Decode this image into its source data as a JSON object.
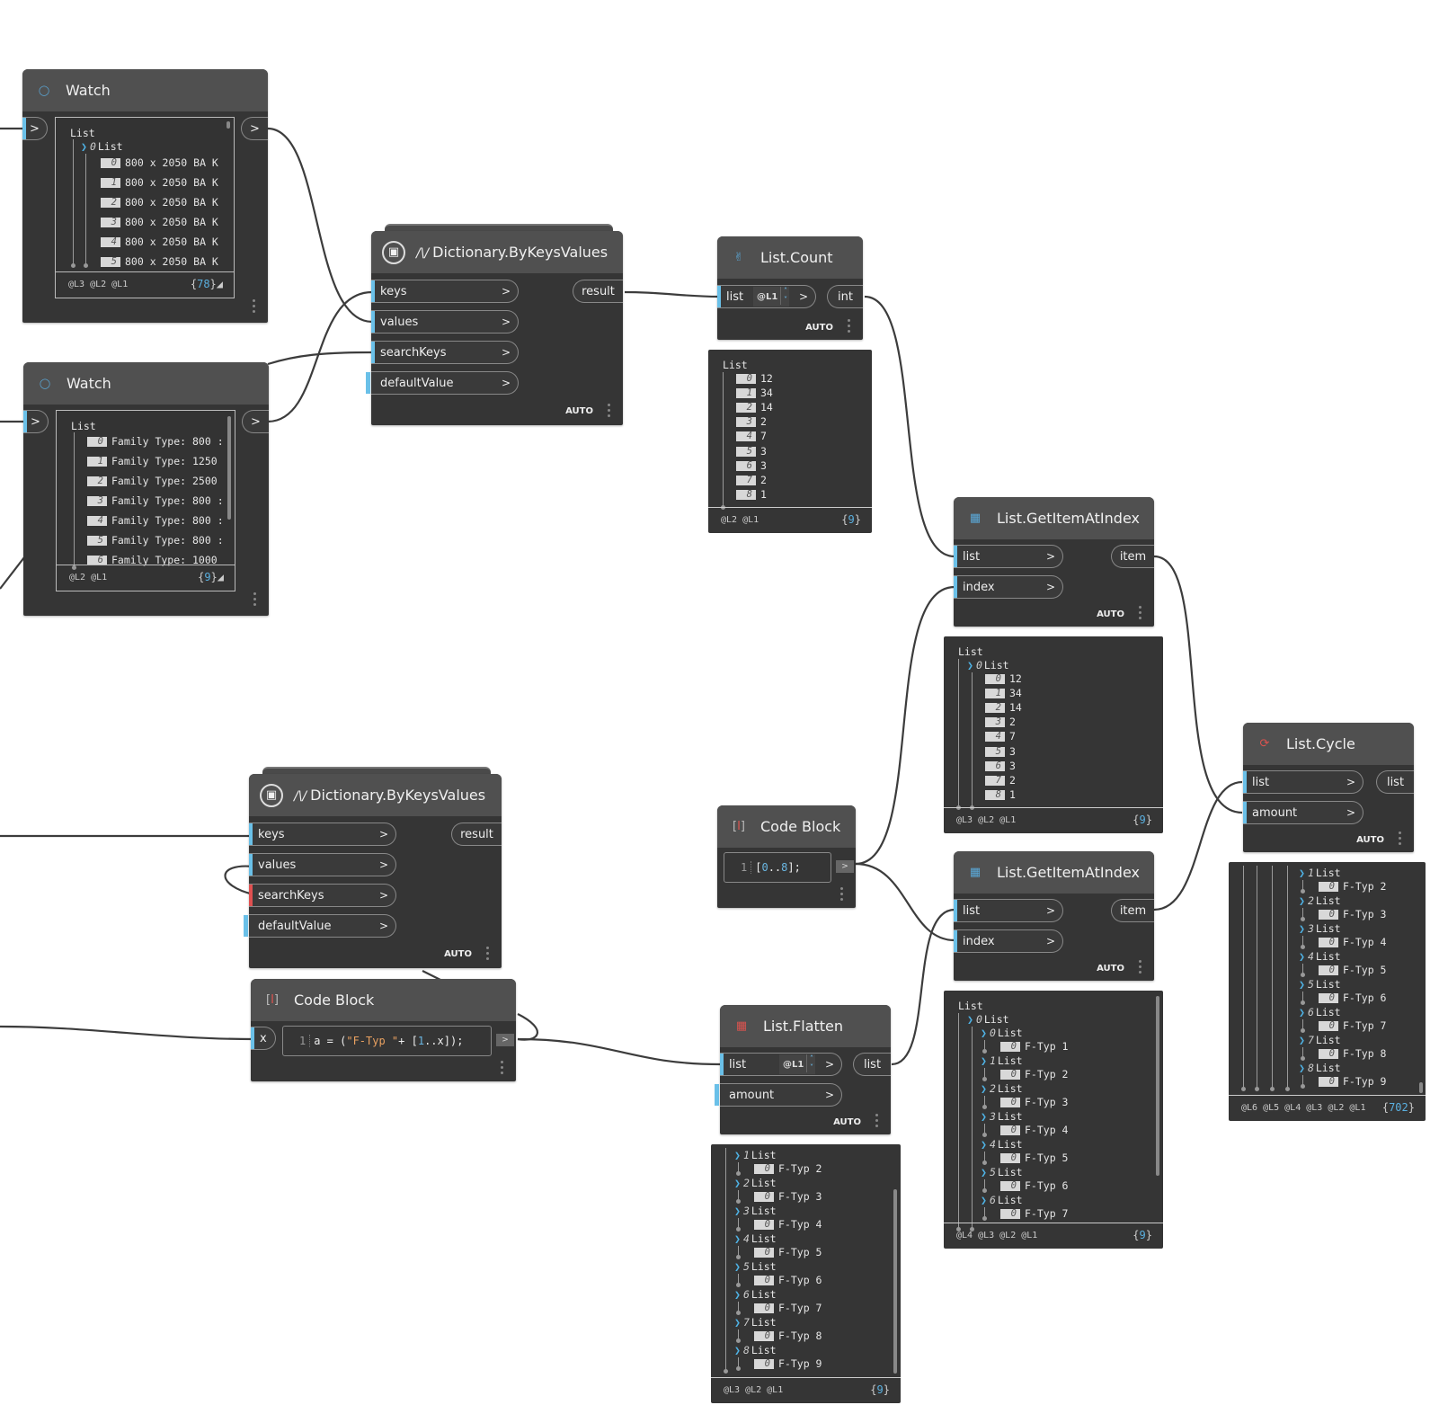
{
  "watch1": {
    "title": "Watch",
    "in_port": ">",
    "out_port": ">",
    "root": "List",
    "sub_index": "0",
    "sub_label": "List",
    "items": [
      {
        "i": "0",
        "v": "800 x 2050 BA K"
      },
      {
        "i": "1",
        "v": "800 x 2050 BA K"
      },
      {
        "i": "2",
        "v": "800 x 2050 BA K"
      },
      {
        "i": "3",
        "v": "800 x 2050 BA K"
      },
      {
        "i": "4",
        "v": "800 x 2050 BA K"
      },
      {
        "i": "5",
        "v": "800 x 2050 BA K"
      }
    ],
    "levels": "@L3 @L2 @L1",
    "count": "78"
  },
  "watch2": {
    "title": "Watch",
    "in_port": ">",
    "out_port": ">",
    "root": "List",
    "items": [
      {
        "i": "0",
        "v": "Family Type: 800 :"
      },
      {
        "i": "1",
        "v": "Family Type: 1250"
      },
      {
        "i": "2",
        "v": "Family Type: 2500"
      },
      {
        "i": "3",
        "v": "Family Type: 800 :"
      },
      {
        "i": "4",
        "v": "Family Type: 800 :"
      },
      {
        "i": "5",
        "v": "Family Type: 800 :"
      },
      {
        "i": "6",
        "v": "Family Type: 1000"
      }
    ],
    "levels": "@L2 @L1",
    "count": "9"
  },
  "dict1": {
    "title": "Dictionary.ByKeysValues",
    "prefix": "/\\/\\/",
    "inputs": [
      "keys",
      "values",
      "searchKeys",
      "defaultValue"
    ],
    "output": "result",
    "lacing": "AUTO",
    "arrow": ">"
  },
  "dict2": {
    "title": "Dictionary.ByKeysValues",
    "inputs": [
      "keys",
      "values",
      "searchKeys",
      "defaultValue"
    ],
    "output": "result",
    "lacing": "AUTO",
    "arrow": ">"
  },
  "listcount": {
    "title": "List.Count",
    "input": "list",
    "level": "@L1",
    "output": "int",
    "lacing": "AUTO",
    "preview": {
      "root": "List",
      "items": [
        {
          "i": "0",
          "v": "12"
        },
        {
          "i": "1",
          "v": "34"
        },
        {
          "i": "2",
          "v": "14"
        },
        {
          "i": "3",
          "v": "2"
        },
        {
          "i": "4",
          "v": "7"
        },
        {
          "i": "5",
          "v": "3"
        },
        {
          "i": "6",
          "v": "3"
        },
        {
          "i": "7",
          "v": "2"
        },
        {
          "i": "8",
          "v": "1"
        }
      ],
      "levels": "@L2 @L1",
      "count": "9"
    }
  },
  "getitem1": {
    "title": "List.GetItemAtIndex",
    "inputs": [
      "list",
      "index"
    ],
    "output": "item",
    "lacing": "AUTO",
    "preview": {
      "root": "List",
      "sub_index": "0",
      "sub_label": "List",
      "items": [
        {
          "i": "0",
          "v": "12"
        },
        {
          "i": "1",
          "v": "34"
        },
        {
          "i": "2",
          "v": "14"
        },
        {
          "i": "3",
          "v": "2"
        },
        {
          "i": "4",
          "v": "7"
        },
        {
          "i": "5",
          "v": "3"
        },
        {
          "i": "6",
          "v": "3"
        },
        {
          "i": "7",
          "v": "2"
        },
        {
          "i": "8",
          "v": "1"
        }
      ],
      "levels": "@L3 @L2 @L1",
      "count": "9"
    }
  },
  "codeblock1": {
    "title": "Code Block",
    "line_no": "1",
    "code_open": "[",
    "code_a": "0",
    "code_mid": "..",
    "code_b": "8",
    "code_close": "];",
    "out": ">"
  },
  "getitem2": {
    "title": "List.GetItemAtIndex",
    "inputs": [
      "list",
      "index"
    ],
    "output": "item",
    "lacing": "AUTO",
    "preview": {
      "root": "List",
      "sub_index": "0",
      "sub_label": "List",
      "groups": [
        {
          "i": "0",
          "label": "List",
          "item_i": "0",
          "item_v": "F-Typ 1"
        },
        {
          "i": "1",
          "label": "List",
          "item_i": "0",
          "item_v": "F-Typ 2"
        },
        {
          "i": "2",
          "label": "List",
          "item_i": "0",
          "item_v": "F-Typ 3"
        },
        {
          "i": "3",
          "label": "List",
          "item_i": "0",
          "item_v": "F-Typ 4"
        },
        {
          "i": "4",
          "label": "List",
          "item_i": "0",
          "item_v": "F-Typ 5"
        },
        {
          "i": "5",
          "label": "List",
          "item_i": "0",
          "item_v": "F-Typ 6"
        },
        {
          "i": "6",
          "label": "List",
          "item_i": "0",
          "item_v": "F-Typ 7"
        }
      ],
      "levels": "@L4 @L3 @L2 @L1",
      "count": "9"
    }
  },
  "cycle": {
    "title": "List.Cycle",
    "inputs": [
      "list",
      "amount"
    ],
    "output": "list",
    "lacing": "AUTO",
    "preview": {
      "groups": [
        {
          "i": "1",
          "label": "List",
          "item_i": "0",
          "item_v": "F-Typ 2"
        },
        {
          "i": "2",
          "label": "List",
          "item_i": "0",
          "item_v": "F-Typ 3"
        },
        {
          "i": "3",
          "label": "List",
          "item_i": "0",
          "item_v": "F-Typ 4"
        },
        {
          "i": "4",
          "label": "List",
          "item_i": "0",
          "item_v": "F-Typ 5"
        },
        {
          "i": "5",
          "label": "List",
          "item_i": "0",
          "item_v": "F-Typ 6"
        },
        {
          "i": "6",
          "label": "List",
          "item_i": "0",
          "item_v": "F-Typ 7"
        },
        {
          "i": "7",
          "label": "List",
          "item_i": "0",
          "item_v": "F-Typ 8"
        },
        {
          "i": "8",
          "label": "List",
          "item_i": "0",
          "item_v": "F-Typ 9"
        }
      ],
      "levels": "@L6 @L5 @L4 @L3 @L2 @L1",
      "count": "702"
    }
  },
  "codeblock2": {
    "title": "Code Block",
    "input": "x",
    "line_no": "1",
    "code_pre": "a = (",
    "code_str": "\"F-Typ \"",
    "code_plus": " + [",
    "code_num": "1",
    "code_post": "..x]);",
    "out": ">"
  },
  "flatten": {
    "title": "List.Flatten",
    "inputs": [
      "list",
      "amount"
    ],
    "level": "@L1",
    "output": "list",
    "lacing": "AUTO",
    "preview": {
      "groups": [
        {
          "i": "1",
          "label": "List",
          "item_i": "0",
          "item_v": "F-Typ 2"
        },
        {
          "i": "2",
          "label": "List",
          "item_i": "0",
          "item_v": "F-Typ 3"
        },
        {
          "i": "3",
          "label": "List",
          "item_i": "0",
          "item_v": "F-Typ 4"
        },
        {
          "i": "4",
          "label": "List",
          "item_i": "0",
          "item_v": "F-Typ 5"
        },
        {
          "i": "5",
          "label": "List",
          "item_i": "0",
          "item_v": "F-Typ 6"
        },
        {
          "i": "6",
          "label": "List",
          "item_i": "0",
          "item_v": "F-Typ 7"
        },
        {
          "i": "7",
          "label": "List",
          "item_i": "0",
          "item_v": "F-Typ 8"
        },
        {
          "i": "8",
          "label": "List",
          "item_i": "0",
          "item_v": "F-Typ 9"
        }
      ],
      "levels": "@L3 @L2 @L1",
      "count": "9"
    }
  },
  "colors": {
    "canvas": "#ffffff",
    "node_body": "#353535",
    "node_header": "#505050",
    "port_connected": "#6ac0e8",
    "port_warning": "#e05050",
    "wire": "#3c3c3c",
    "count_accent": "#5ab0e0"
  }
}
